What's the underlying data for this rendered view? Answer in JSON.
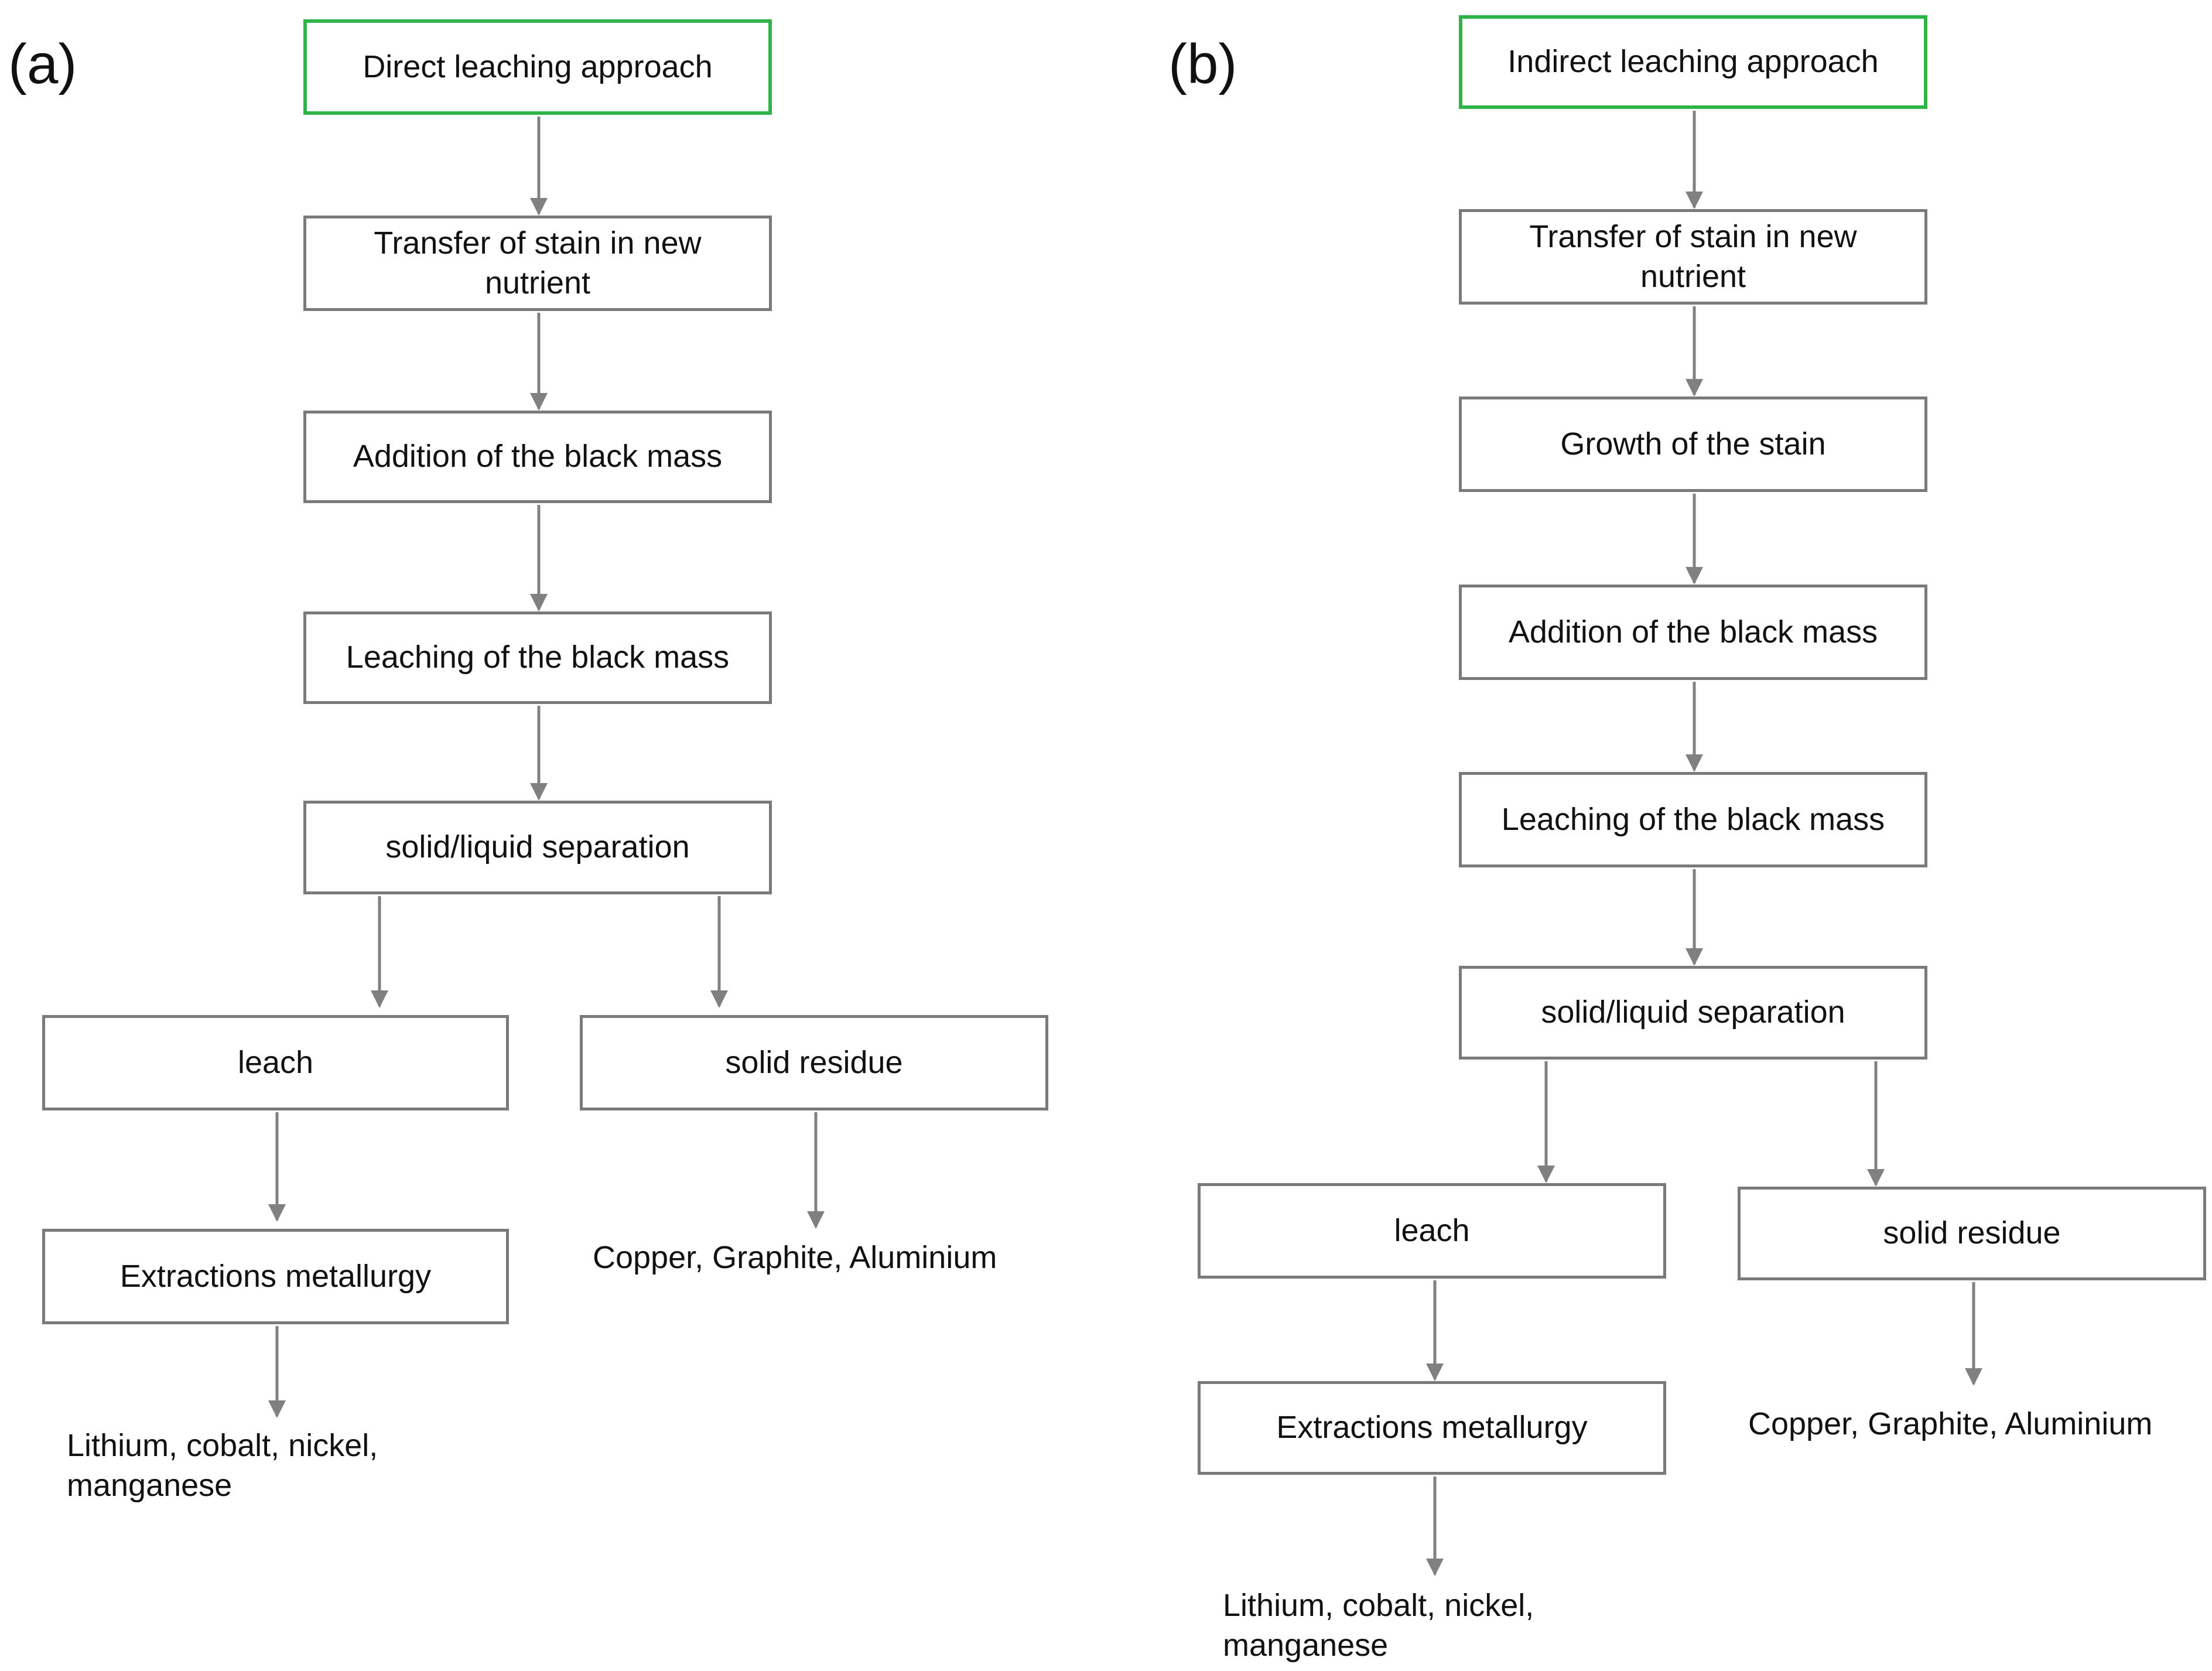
{
  "panels": [
    {
      "label": "(a)",
      "start": "Direct leaching approach",
      "steps": [
        "Transfer of  stain in new nutrient",
        "Addition of the black mass",
        "Leaching of the black mass",
        "solid/liquid separation"
      ],
      "left_branch": "leach",
      "right_branch": "solid residue",
      "left_step": "Extractions metallurgy",
      "left_output": "Lithium, cobalt, nickel,\nmanganese",
      "right_output": "Copper, Graphite, Aluminium"
    },
    {
      "label": "(b)",
      "start": "Indirect leaching approach",
      "steps": [
        "Transfer of  stain in new nutrient",
        "Growth of the stain",
        "Addition of the black mass",
        "Leaching of the black mass",
        "solid/liquid separation"
      ],
      "left_branch": "leach",
      "right_branch": "solid residue",
      "left_step": "Extractions metallurgy",
      "left_output": "Lithium, cobalt, nickel,\nmanganese",
      "right_output": "Copper, Graphite, Aluminium"
    }
  ],
  "colors": {
    "start_border": "#2fb44a",
    "box_border": "#7a7a7a",
    "arrow": "#808080"
  }
}
